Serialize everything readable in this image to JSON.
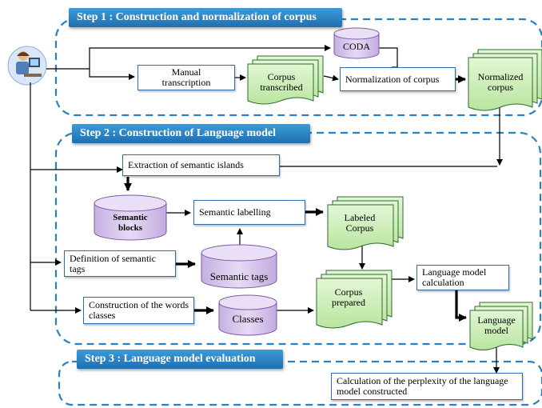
{
  "steps": {
    "step1": "Step 1 : Construction and normalization of corpus",
    "step2": "Step 2 :  Construction of Language model",
    "step3": "Step 3 : Language model evaluation"
  },
  "nodes": {
    "coda": "CODA",
    "manual_transcription": "Manual transcription",
    "corpus_transcribed": "Corpus transcribed",
    "normalization": "Normalization of corpus",
    "normalized_corpus": "Normalized corpus",
    "extraction": "Extraction of semantic islands",
    "semantic_blocks": "Semantic blocks",
    "semantic_labelling": "Semantic labelling",
    "labeled_corpus": "Labeled Corpus",
    "definition_tags": "Definition of semantic tags",
    "semantic_tags": "Semantic tags",
    "corpus_prepared": "Corpus prepared",
    "lm_calculation": "Language model calculation",
    "construction_classes": "Construction of the words classes",
    "classes": "Classes",
    "language_model": "Language model",
    "perplexity": "Calculation of the perplexity of the language model constructed"
  },
  "colors": {
    "step_bar": "#2a80c4",
    "border": "#2f6fb0",
    "document_fill": "#c9eeb4",
    "database_fill": "#d9c6ee"
  },
  "icons": {
    "user": "person-at-computer-icon"
  }
}
